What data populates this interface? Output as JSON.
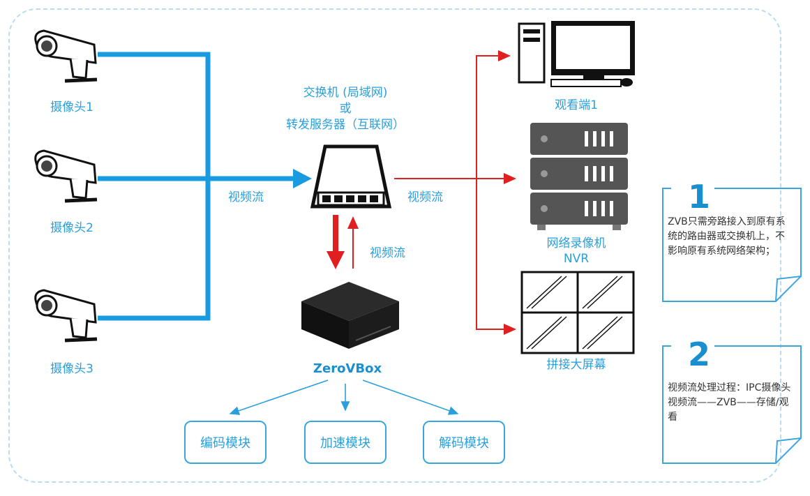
{
  "cameras": [
    {
      "label": "摄像头1",
      "icon": "cctv-camera-icon"
    },
    {
      "label": "摄像头2",
      "icon": "cctv-camera-icon"
    },
    {
      "label": "摄像头3",
      "icon": "cctv-camera-icon"
    }
  ],
  "switch": {
    "line1": "交换机 (局域网)",
    "line2": "或",
    "line3": "转发服务器（互联网）",
    "icon": "network-switch-icon"
  },
  "stream_labels": {
    "left": "视频流",
    "right": "视频流",
    "vertical": "视频流"
  },
  "zerovbox": {
    "label": "ZeroVBox",
    "icon": "media-box-icon"
  },
  "modules": [
    "编码模块",
    "加速模块",
    "解码模块"
  ],
  "outputs": {
    "viewer": {
      "label": "观看端1",
      "icon": "desktop-computer-icon"
    },
    "nvr": {
      "label1": "网络录像机",
      "label2": "NVR",
      "icon": "server-rack-icon"
    },
    "videowall": {
      "label": "拼接大屏幕",
      "icon": "video-wall-icon"
    }
  },
  "notes": [
    {
      "number": "1",
      "text": "ZVB只需旁路接入到原有系统的路由器或交换机上，不影响原有系统网络架构；"
    },
    {
      "number": "2",
      "text": "视频流处理过程：IPC摄像头视频流——ZVB——存储/观看"
    }
  ],
  "colors": {
    "blue": "#1a9be0",
    "red": "#e02020",
    "label": "#2a9fdb"
  }
}
